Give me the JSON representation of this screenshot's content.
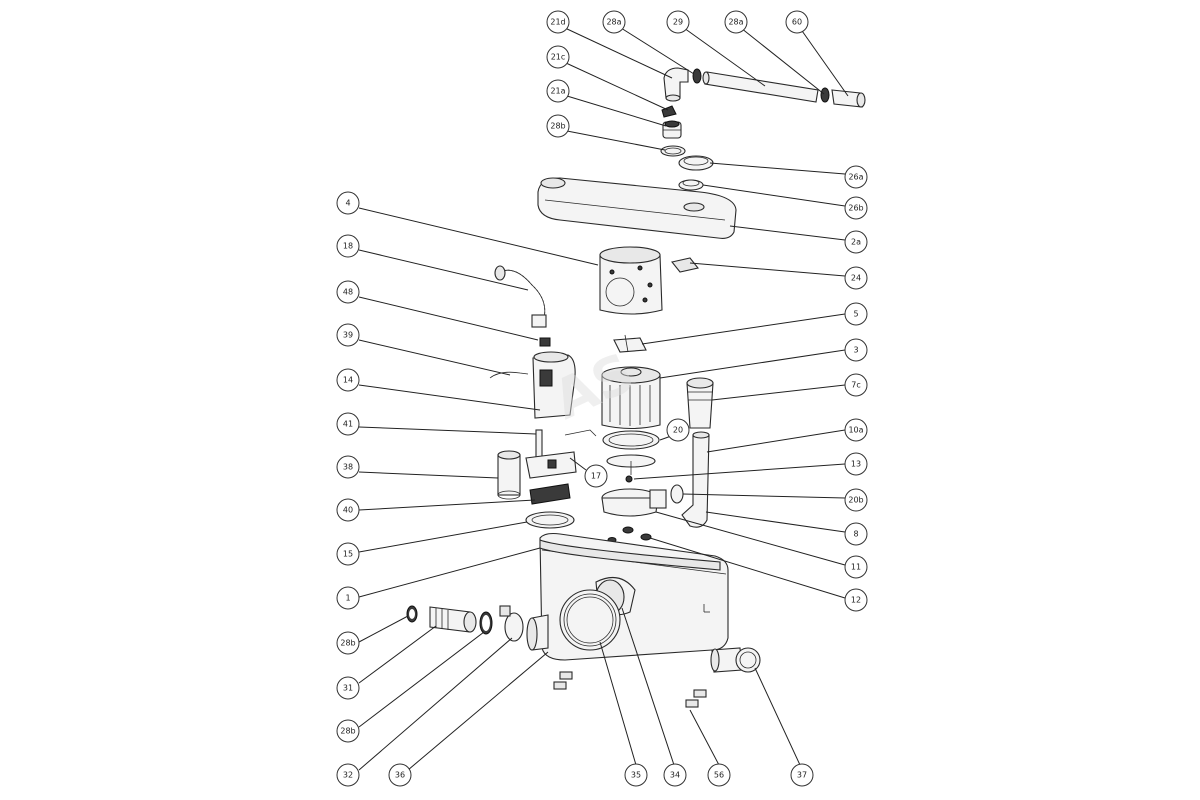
{
  "callouts": [
    {
      "id": "c21d",
      "label": "21d"
    },
    {
      "id": "c28a_1",
      "label": "28a"
    },
    {
      "id": "c29",
      "label": "29"
    },
    {
      "id": "c28a_2",
      "label": "28a"
    },
    {
      "id": "c60",
      "label": "60"
    },
    {
      "id": "c21c",
      "label": "21c"
    },
    {
      "id": "c21a",
      "label": "21a"
    },
    {
      "id": "c28b_top",
      "label": "28b"
    },
    {
      "id": "c26a",
      "label": "26a"
    },
    {
      "id": "c26b",
      "label": "26b"
    },
    {
      "id": "c2a",
      "label": "2a"
    },
    {
      "id": "c4",
      "label": "4"
    },
    {
      "id": "c24",
      "label": "24"
    },
    {
      "id": "c18",
      "label": "18"
    },
    {
      "id": "c48",
      "label": "48"
    },
    {
      "id": "c5",
      "label": "5"
    },
    {
      "id": "c39",
      "label": "39"
    },
    {
      "id": "c3",
      "label": "3"
    },
    {
      "id": "c14",
      "label": "14"
    },
    {
      "id": "c7c",
      "label": "7c"
    },
    {
      "id": "c41",
      "label": "41"
    },
    {
      "id": "c20",
      "label": "20"
    },
    {
      "id": "c10a",
      "label": "10a"
    },
    {
      "id": "c38",
      "label": "38"
    },
    {
      "id": "c17",
      "label": "17"
    },
    {
      "id": "c13",
      "label": "13"
    },
    {
      "id": "c40",
      "label": "40"
    },
    {
      "id": "c20b",
      "label": "20b"
    },
    {
      "id": "c15",
      "label": "15"
    },
    {
      "id": "c8",
      "label": "8"
    },
    {
      "id": "c11",
      "label": "11"
    },
    {
      "id": "c1",
      "label": "1"
    },
    {
      "id": "c12",
      "label": "12"
    },
    {
      "id": "c28b_bottom",
      "label": "28b"
    },
    {
      "id": "c31",
      "label": "31"
    },
    {
      "id": "c28b_low",
      "label": "28b"
    },
    {
      "id": "c32",
      "label": "32"
    },
    {
      "id": "c36",
      "label": "36"
    },
    {
      "id": "c35",
      "label": "35"
    },
    {
      "id": "c34",
      "label": "34"
    },
    {
      "id": "c56",
      "label": "56"
    },
    {
      "id": "c37",
      "label": "37"
    }
  ]
}
